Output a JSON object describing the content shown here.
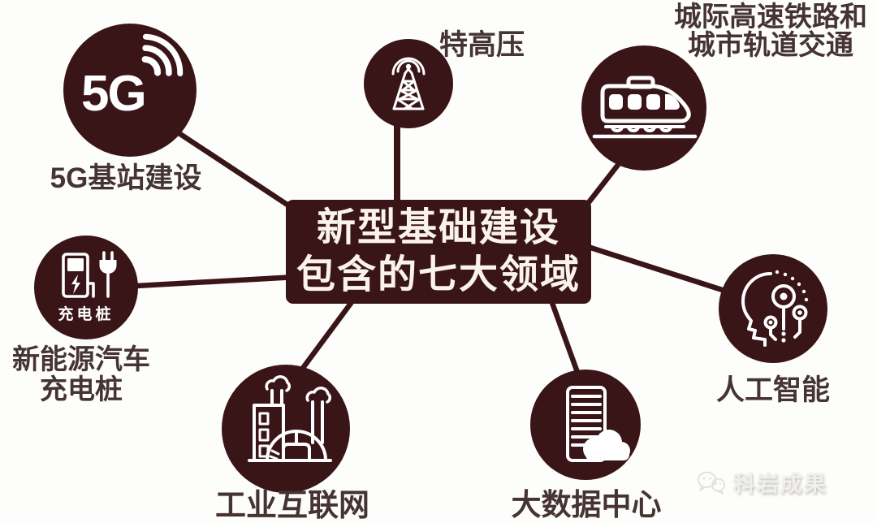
{
  "center": {
    "line1": "新型基础建设",
    "line2": "包含的七大领域"
  },
  "nodes": [
    {
      "id": "5g-base-station",
      "badge": "5G",
      "label": "5G基站建设",
      "icon": "5g-signal-icon"
    },
    {
      "id": "uhv",
      "label": "特高压",
      "icon": "transmission-tower-icon"
    },
    {
      "id": "intercity-rail",
      "label_line1": "城际高速铁路和",
      "label_line2": "城市轨道交通",
      "icon": "high-speed-train-icon"
    },
    {
      "id": "artificial-intelligence",
      "label": "人工智能",
      "icon": "ai-head-circuit-icon"
    },
    {
      "id": "big-data-center",
      "label": "大数据中心",
      "icon": "server-cloud-icon"
    },
    {
      "id": "industrial-internet",
      "label": "工业互联网",
      "icon": "factory-icon"
    },
    {
      "id": "ev-charging",
      "label_line1": "新能源汽车",
      "label_line2": "充电桩",
      "icon_caption": "充电桩",
      "icon": "ev-charging-pile-icon"
    }
  ],
  "watermark": {
    "text": "科岩成果",
    "icon": "wechat-icon"
  },
  "colors": {
    "maroon": "#3A1518",
    "label_text": "#463434",
    "box_text": "#FAF3EC",
    "background": "#FDFDFC",
    "watermark": "#F1EFEE"
  }
}
